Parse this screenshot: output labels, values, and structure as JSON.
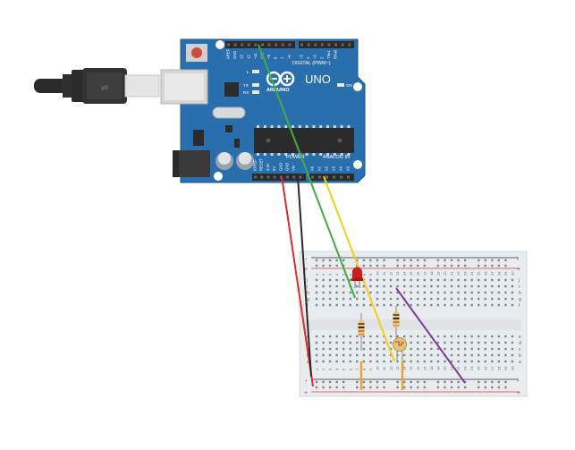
{
  "board": {
    "logo_text": "UNO",
    "brand_text": "ARDUINO",
    "digital_label": "DIGITAL (PWM~)",
    "power_label": "POWER",
    "analog_label": "ANALOG IN",
    "on_label": "ON",
    "led_labels": [
      "L",
      "TX",
      "RX"
    ],
    "digital_pins": [
      "AREF",
      "GND",
      "13",
      "12",
      "~11",
      "~10",
      "~9",
      "8",
      "7",
      "~6",
      "~5",
      "4",
      "~3",
      "2",
      "TX▸1",
      "RX◂0"
    ],
    "power_pins": [
      "IOREF",
      "RESET",
      "3.3V",
      "5V",
      "GND",
      "GND",
      "Vin"
    ],
    "analog_pins": [
      "A0",
      "A1",
      "A2",
      "A3",
      "A4",
      "A5"
    ]
  },
  "breadboard": {
    "columns": 30,
    "row_letters_top": [
      "j",
      "i",
      "h",
      "g",
      "f"
    ],
    "row_letters_bottom": [
      "e",
      "d",
      "c",
      "b",
      "a"
    ],
    "rail_plus": "+",
    "rail_minus": "-"
  },
  "colors": {
    "board": "#2a6fad",
    "board_dark": "#1f5689",
    "breadboard": "#e9ecee",
    "wire_red": "#e02a2a",
    "wire_black": "#2b2b2b",
    "wire_green": "#3fae3f",
    "wire_yellow": "#f2cf1c",
    "wire_purple": "#7d3aa0",
    "wire_orange": "#f0a030",
    "led": "#c91e1e"
  }
}
